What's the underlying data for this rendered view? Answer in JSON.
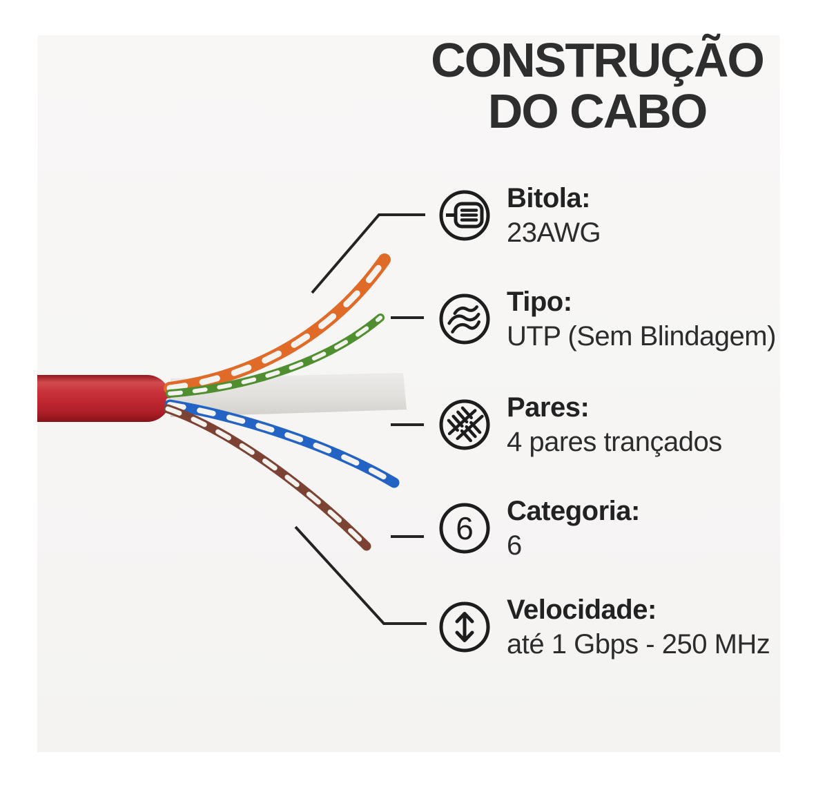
{
  "title": {
    "line1": "CONSTRUÇÃO",
    "line2": "DO CABO"
  },
  "specs": [
    {
      "icon": "cable-gauge-icon",
      "label": "Bitola:",
      "value": "23AWG"
    },
    {
      "icon": "unshielded-waves-icon",
      "label": "Tipo:",
      "value": "UTP (Sem Blindagem)"
    },
    {
      "icon": "twisted-pair-icon",
      "label": "Pares:",
      "value": "4 pares trançados"
    },
    {
      "icon": "category-number-icon",
      "label": "Categoria:",
      "value": "6",
      "icon_glyph": "6"
    },
    {
      "icon": "speed-range-icon",
      "label": "Velocidade:",
      "value": "até 1 Gbps - 250 MHz"
    }
  ],
  "illustration": {
    "jacket_color": "#c02730",
    "spline_color": "#e3e1de",
    "spline_edge_color": "#d2d0cd",
    "pair_colors": {
      "orange": "#e06a28",
      "green": "#4f8f2f",
      "blue": "#2263c3",
      "brown": "#7c4334",
      "stripe_white": "#f5f3f0"
    },
    "callout_color": "#232323"
  },
  "colors": {
    "frame": "#ffffff",
    "panel_background": "#f6f5f4",
    "title_text": "#2e2e2e",
    "label_text": "#222222",
    "value_text": "#2c2c2c",
    "icon_stroke": "#1d1d1d"
  }
}
